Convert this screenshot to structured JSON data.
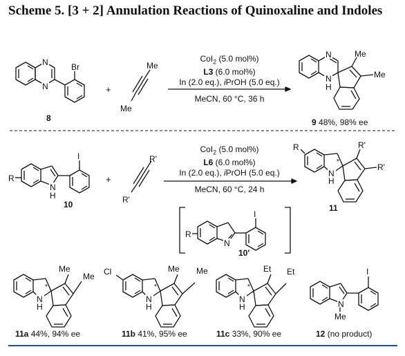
{
  "scheme": {
    "title_prefix": "Scheme 5.",
    "title_text": "[3 + 2] Annulation Reactions of Quinoxaline and Indoles"
  },
  "reaction1": {
    "plus": "+",
    "catalyst_pre": "CoI",
    "catalyst_sub": "2",
    "catalyst_amt": " (5.0 mol%)",
    "ligand": "L3",
    "ligand_amt": " (6.0 mol%)",
    "additives_pre": "In (2.0 eq.), ",
    "additives_ital": "i",
    "additives_post": "PrOH (5.0 eq.)",
    "solvent": "MeCN, 60 °C, 36 h",
    "sm_label": "8",
    "product_num": "9",
    "product_result": " 48%, 98% ee",
    "atoms": {
      "N": "N",
      "Br": "Br",
      "Me": "Me",
      "H": "H"
    }
  },
  "reaction2": {
    "plus": "+",
    "catalyst_pre": "CoI",
    "catalyst_sub": "2",
    "catalyst_amt": " (5.0 mol%)",
    "ligand": "L6",
    "ligand_amt": " (6.0 mol%)",
    "additives_pre": "In (2.0 eq.), ",
    "additives_ital": "i",
    "additives_post": "PrOH (5.0 eq.)",
    "solvent": "MeCN, 60 °C, 24 h",
    "sm_label": "10",
    "intermediate_label": "10'",
    "product_label": "11",
    "atoms": {
      "R": "R",
      "Rp": "R'",
      "I": "I",
      "N": "N",
      "H": "H",
      "star": "*"
    }
  },
  "products": [
    {
      "num": "11a",
      "result": " 44%, 94% ee",
      "sub1": "Me",
      "sub2": "Me"
    },
    {
      "num": "11b",
      "result": " 41%, 95% ee",
      "sub1": "Me",
      "sub2": "Me",
      "sub3": "Cl"
    },
    {
      "num": "11c",
      "result": " 33%, 90% ee",
      "sub1": "Et",
      "sub2": "Et"
    },
    {
      "num": "12",
      "result": " (no product)",
      "sub1": "I",
      "sub2": "Me"
    }
  ]
}
